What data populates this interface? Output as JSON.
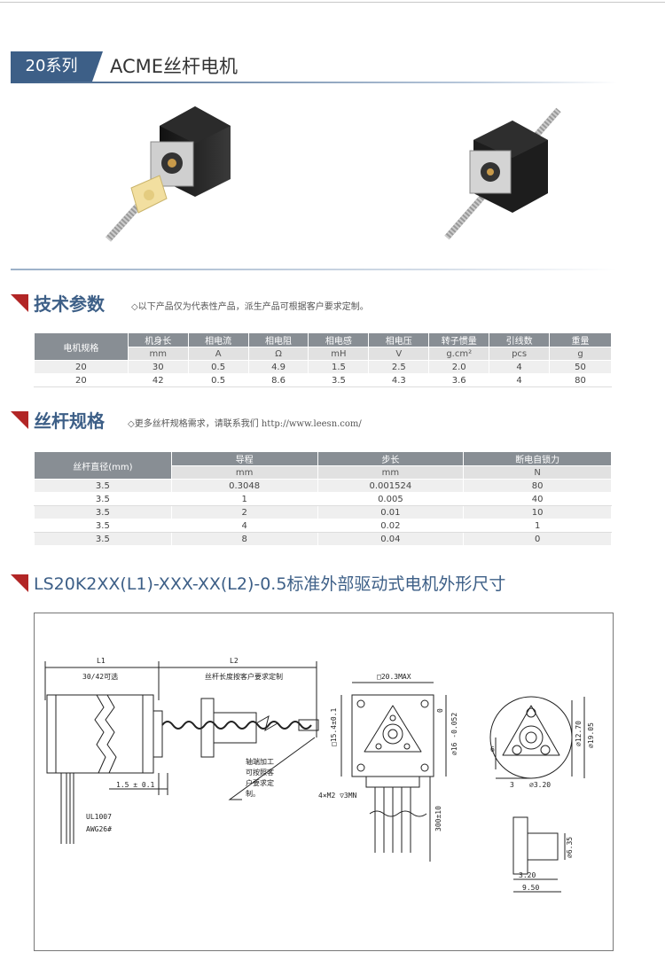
{
  "banner": {
    "series": "20系列",
    "title": "ACME丝杆电机"
  },
  "tech": {
    "title": "技术参数",
    "note": "◇以下产品仅为代表性产品，派生产品可根据客户要求定制。",
    "header": [
      "电机规格",
      "机身长",
      "相电流",
      "相电阻",
      "相电感",
      "相电压",
      "转子惯量",
      "引线数",
      "重量"
    ],
    "units": [
      "mm",
      "A",
      "Ω",
      "mH",
      "V",
      "g.cm²",
      "pcs",
      "g"
    ],
    "rows": [
      [
        "20",
        "30",
        "0.5",
        "4.9",
        "1.5",
        "2.5",
        "2.0",
        "4",
        "50"
      ],
      [
        "20",
        "42",
        "0.5",
        "8.6",
        "3.5",
        "4.3",
        "3.6",
        "4",
        "80"
      ]
    ]
  },
  "screw": {
    "title": "丝杆规格",
    "note": "◇更多丝杆规格需求，请联系我们 http://www.leesn.com/",
    "header": [
      "丝杆直径(mm)",
      "导程",
      "步长",
      "断电自锁力"
    ],
    "units": [
      "mm",
      "mm",
      "N"
    ],
    "rows": [
      [
        "3.5",
        "0.3048",
        "0.001524",
        "80"
      ],
      [
        "3.5",
        "1",
        "0.005",
        "40"
      ],
      [
        "3.5",
        "2",
        "0.01",
        "10"
      ],
      [
        "3.5",
        "4",
        "0.02",
        "1"
      ],
      [
        "3.5",
        "8",
        "0.04",
        "0"
      ]
    ]
  },
  "drawing": {
    "title": "LS20K2XX(L1)-XXX-XX(L2)-0.5标准外部驱动式电机外形尺寸",
    "labels": {
      "l1": "L1",
      "l2": "L2",
      "l1_note": "30/42可选",
      "l2_note": "丝杆长度按客户要求定制",
      "dim_15": "1.5 ± 0.1",
      "wire1": "UL1007",
      "wire2": "AWG26#",
      "shaft_note1": "轴端加工",
      "shaft_note2": "可按照客",
      "shaft_note3": "户要求定",
      "shaft_note4": "制。",
      "dim_203": "□20.3MAX",
      "dim_1540": "□15.4±0.1",
      "dim_16": "⌀16 -0.052",
      "dim_16b": "0",
      "screw_m": "4×M2 ▽3MN",
      "lead_len": "300±10",
      "dim_6": "6",
      "dim_1270": "⌀12.70",
      "dim_1905": "⌀19.05",
      "dim_3": "3",
      "dim_320a": "⌀3.20",
      "dim_635": "⌀6.35",
      "dim_320b": "3.20",
      "dim_950": "9.50"
    }
  }
}
